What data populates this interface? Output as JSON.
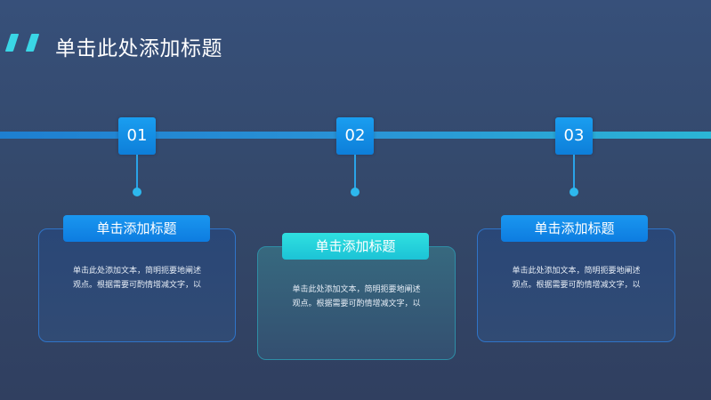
{
  "slide": {
    "title": "单击此处添加标题",
    "colors": {
      "background": "#354a6e",
      "accent_cyan": "#3ad6e6",
      "accent_blue": "#0d7ed9",
      "timeline": "#2a93d6"
    }
  },
  "steps": [
    {
      "number": "01",
      "header": "单击添加标题",
      "lines": [
        "单击此处添加文本，简明扼要地阐述",
        "观点。根据需要可酌情增减文字，以"
      ]
    },
    {
      "number": "02",
      "header": "单击添加标题",
      "lines": [
        "单击此处添加文本，简明扼要地阐述",
        "观点。根据需要可酌情增减文字，以"
      ]
    },
    {
      "number": "03",
      "header": "单击添加标题",
      "lines": [
        "单击此处添加文本，简明扼要地阐述",
        "观点。根据需要可酌情增减文字，以"
      ]
    }
  ]
}
